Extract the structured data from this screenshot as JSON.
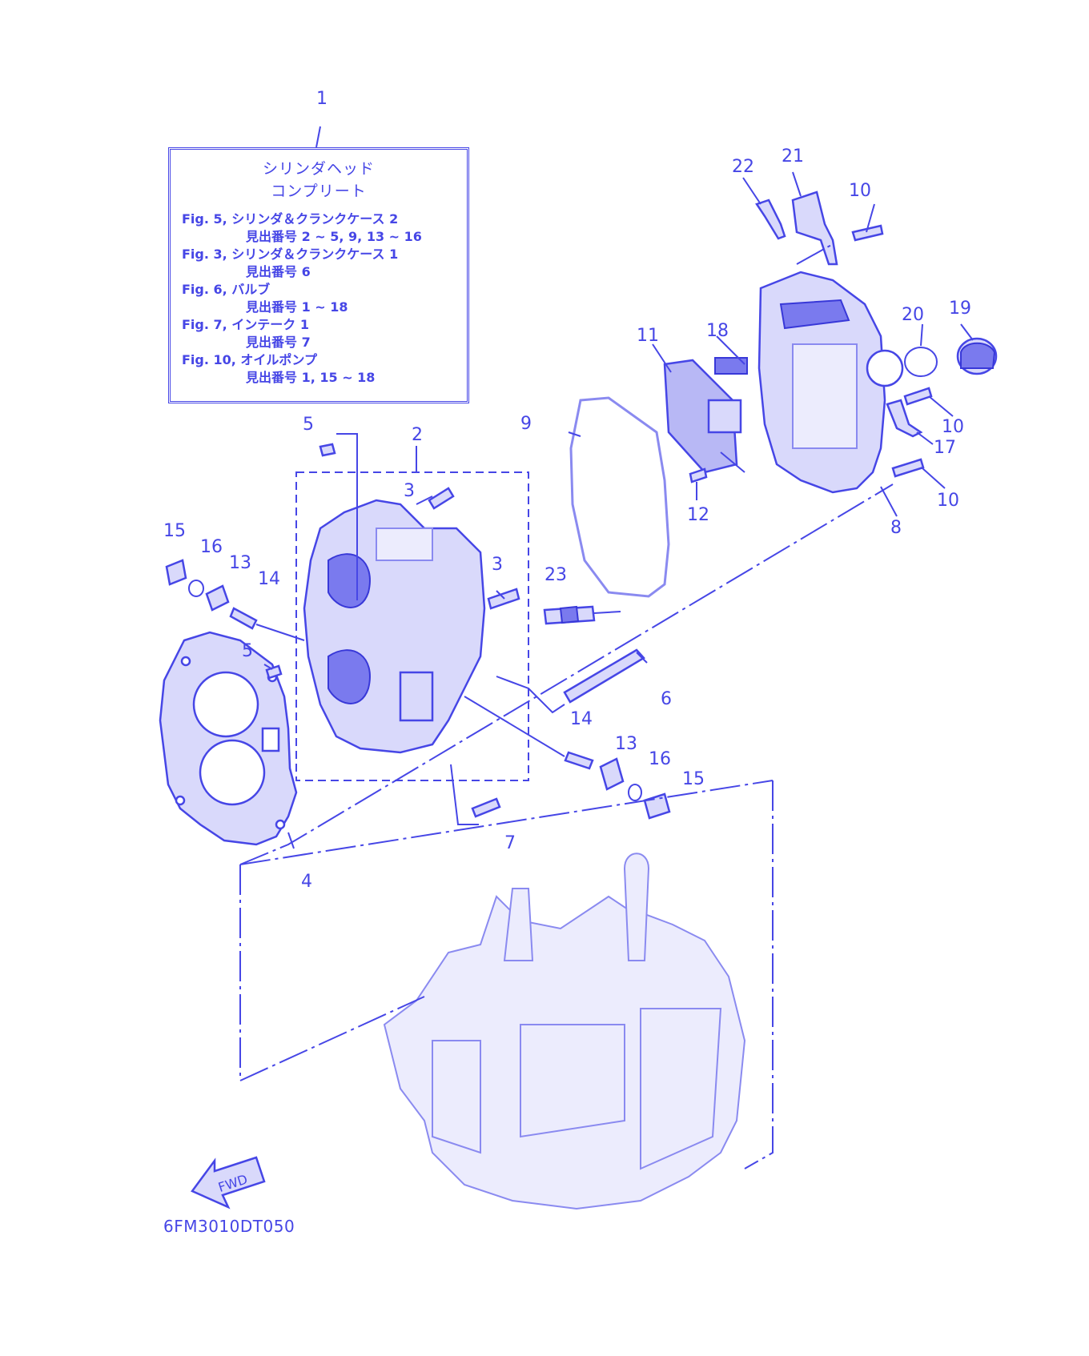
{
  "info_box": {
    "title_line1": "シリンダヘッド",
    "title_line2": "コンプリート",
    "refs": [
      {
        "fig": "Fig. 5, シリンダ＆クランクケース 2",
        "items": "見出番号 2 ~ 5, 9, 13 ~ 16"
      },
      {
        "fig": "Fig. 3, シリンダ＆クランクケース 1",
        "items": "見出番号 6"
      },
      {
        "fig": "Fig. 6, バルブ",
        "items": "見出番号 1 ~ 18"
      },
      {
        "fig": "Fig. 7, インテーク 1",
        "items": "見出番号 7"
      },
      {
        "fig": "Fig. 10, オイルポンプ",
        "items": "見出番号 1, 15 ~ 18"
      }
    ]
  },
  "callouts": {
    "c1": "1",
    "c2": "2",
    "c3a": "3",
    "c3b": "3",
    "c4": "4",
    "c5a": "5",
    "c5b": "5",
    "c6": "6",
    "c7": "7",
    "c8": "8",
    "c9": "9",
    "c10a": "10",
    "c10b": "10",
    "c10c": "10",
    "c11": "11",
    "c12": "12",
    "c13a": "13",
    "c13b": "13",
    "c14a": "14",
    "c14b": "14",
    "c15a": "15",
    "c15b": "15",
    "c16a": "16",
    "c16b": "16",
    "c17": "17",
    "c18": "18",
    "c19": "19",
    "c20": "20",
    "c21": "21",
    "c22": "22",
    "c23": "23"
  },
  "fwd_label": "FWD",
  "drawing_code": "6FM3010DT050",
  "colors": {
    "line": "#4646e6",
    "fill": "#d9d9fb"
  }
}
